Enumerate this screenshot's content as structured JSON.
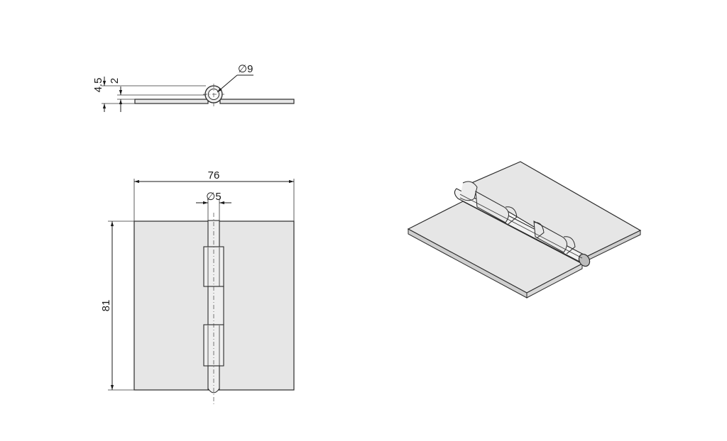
{
  "dimensions": {
    "thickness_total": "4.5",
    "plate_thickness": "2",
    "knuckle_diameter": "∅9",
    "width": "76",
    "pin_diameter": "∅5",
    "height": "81"
  },
  "colors": {
    "line": "#1a1a1a",
    "plate_fill": "#e6e6e6",
    "knuckle_fill": "#efefef",
    "background": "#ffffff"
  }
}
